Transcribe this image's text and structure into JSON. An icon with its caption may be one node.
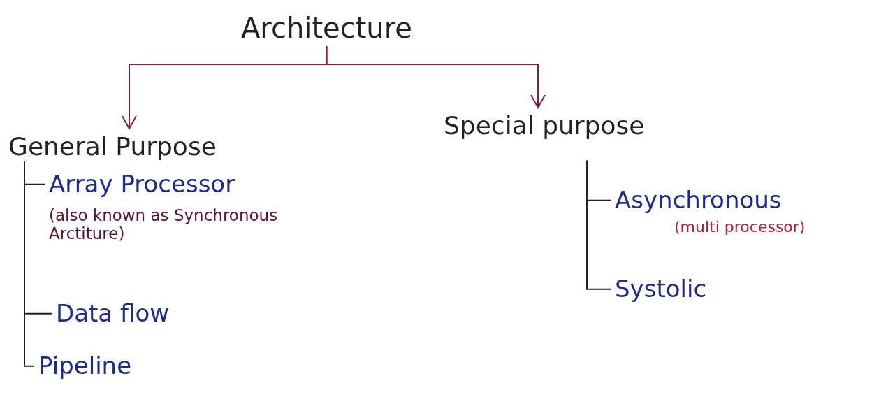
{
  "diagram": {
    "nodes": [
      {
        "text": [
          "Architecture"
        ]
      },
      {
        "text": [
          "General Purpose"
        ]
      },
      {
        "text": [
          "Special purpose"
        ]
      },
      {
        "text": [
          "Array Processor"
        ],
        "beside": [
          "(also known as Synchronous Arctiture)"
        ]
      },
      {
        "text": [
          "Data flow"
        ]
      },
      {
        "text": [
          "Pipeline"
        ]
      },
      {
        "text": [
          "Asynchronous"
        ],
        "beside": [
          "(multi processor)"
        ]
      },
      {
        "text": [
          "Systolic"
        ]
      }
    ],
    "edges": [
      {
        "from": 0,
        "to": 1,
        "arrow": "to",
        "color": "#8a1c3c"
      },
      {
        "from": 0,
        "to": 2,
        "arrow": "to",
        "color": "#8a1c3c"
      },
      {
        "from": 1,
        "to": 3,
        "arrow": "none"
      },
      {
        "from": 1,
        "to": 4,
        "arrow": "none"
      },
      {
        "from": 1,
        "to": 5,
        "arrow": "none"
      },
      {
        "from": 2,
        "to": 6,
        "arrow": "none"
      },
      {
        "from": 2,
        "to": 7,
        "arrow": "none"
      }
    ]
  }
}
